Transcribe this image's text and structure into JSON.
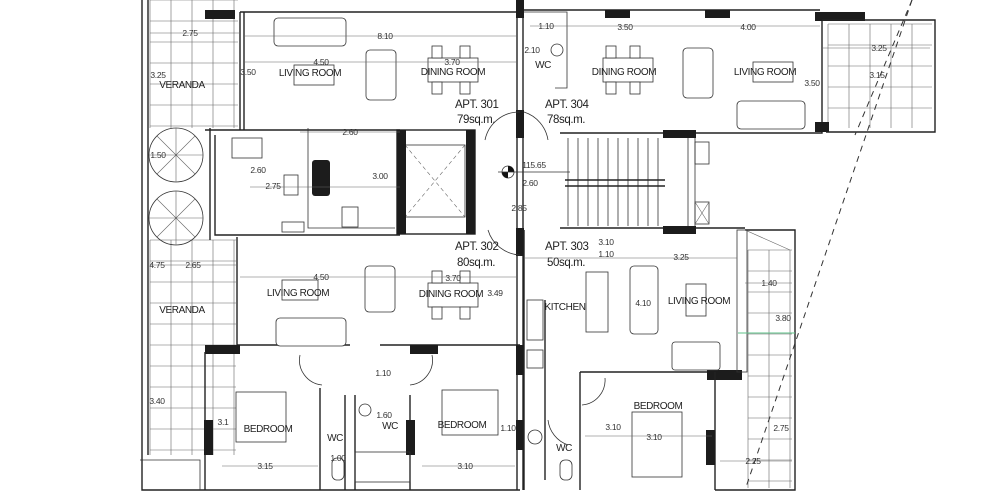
{
  "title": "Floor plan - Apartments 301-304",
  "apartments": {
    "apt301": {
      "name": "APT. 301",
      "area": "79sq.m."
    },
    "apt304": {
      "name": "APT. 304",
      "area": "78sq.m."
    },
    "apt302": {
      "name": "APT. 302",
      "area": "80sq.m."
    },
    "apt303": {
      "name": "APT. 303",
      "area": "50sq.m."
    }
  },
  "rooms": [
    "VERANDA",
    "LIVING ROOM",
    "DINING ROOM",
    "WC",
    "DINING ROOM",
    "LIVING ROOM",
    "LIVING ROOM",
    "DINING ROOM",
    "VERANDA",
    "KITCHEN",
    "LIVING ROOM",
    "BEDROOM",
    "WC",
    "WC",
    "BEDROOM",
    "BEDROOM",
    "WC"
  ],
  "dims": [
    "2.75",
    "8.10",
    "3.25",
    "4.50",
    "3.50",
    "3.70",
    "2.60",
    "1.50",
    "2.60",
    "2.75",
    "3.00",
    "115.65",
    "2.60",
    "2.85",
    "1.10",
    "2.10",
    "3.50",
    "4.00",
    "3.50",
    "3.25",
    "3.15",
    "3.10",
    "1.10",
    "3.25",
    "4.75",
    "2.65",
    "4.50",
    "3.70",
    "3.49",
    "4.10",
    "1.40",
    "3.80",
    "1.10",
    "3.40",
    "3.1",
    "1.60",
    "1.10",
    "1.00",
    "3.15",
    "3.10",
    "3.10",
    "3.10",
    "2.75",
    "2.25"
  ]
}
